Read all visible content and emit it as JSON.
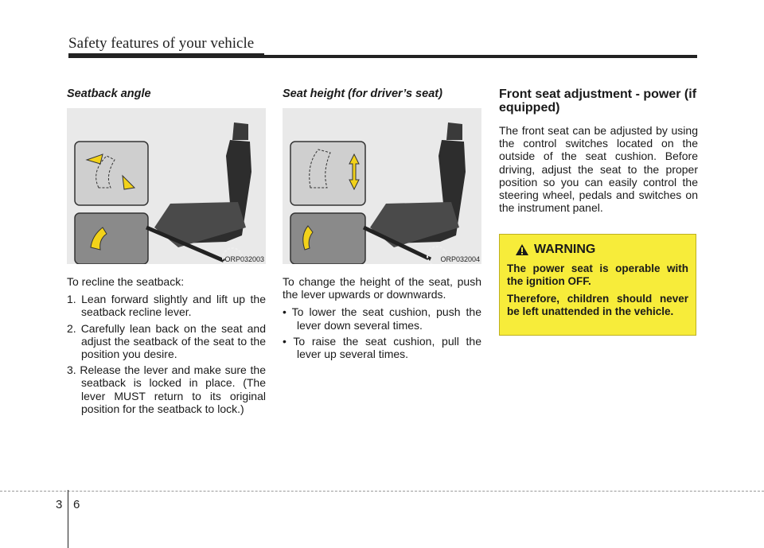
{
  "header": {
    "title": "Safety features of your vehicle"
  },
  "col1": {
    "title": "Seatback angle",
    "figure_code": "ORP032003",
    "intro": "To recline the seatback:",
    "steps": [
      "1. Lean forward slightly and lift up the seatback recline lever.",
      "2. Carefully lean back on the seat and adjust the seatback of the seat to the position you desire.",
      "3. Release the lever and make sure the seatback is locked in place. (The lever MUST return to its original position for the seatback to lock.)"
    ]
  },
  "col2": {
    "title": "Seat height (for driver’s seat)",
    "figure_code": "ORP032004",
    "intro": "To change the height of the seat, push the lever upwards or downwards.",
    "bullets": [
      "• To lower the seat cushion, push the lever down several times.",
      "• To raise the seat cushion, pull the lever up several times."
    ]
  },
  "col3": {
    "title": "Front seat adjustment - power (if equipped)",
    "body": "The front seat can be adjusted by using the control switches located on the outside of the seat cushion. Before driving, adjust the seat to the proper position so you can easily control the steering wheel, pedals and switches on the instrument panel."
  },
  "warning": {
    "heading": "WARNING",
    "lines": [
      "The power seat is operable with the ignition OFF.",
      "Therefore, children should never be left unattended in the vehicle."
    ]
  },
  "footer": {
    "chapter": "3",
    "page": "6"
  },
  "colors": {
    "warning_bg": "#f7ec3a",
    "arrow": "#f2d21a"
  }
}
